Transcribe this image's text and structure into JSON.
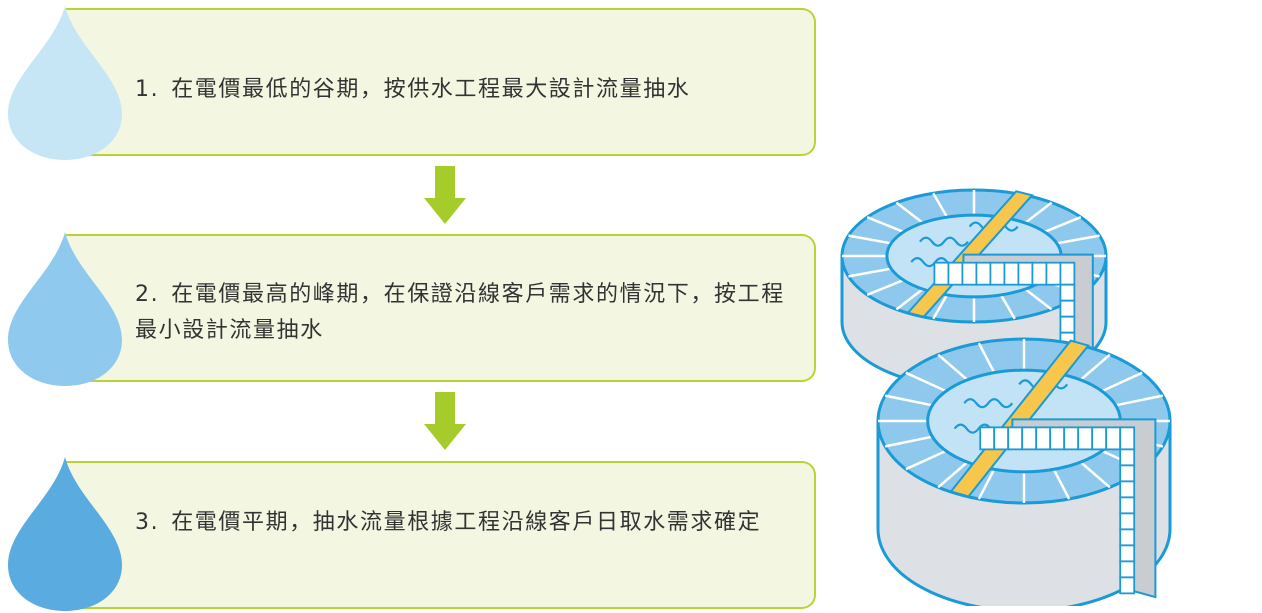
{
  "steps": [
    {
      "number": "1.",
      "text": "在電價最低的谷期，按供水工程最大設計流量抽水"
    },
    {
      "number": "2.",
      "text": "在電價最高的峰期，在保證沿線客戶需求的情況下，按工程最小設計流量抽水"
    },
    {
      "number": "3.",
      "text": "在電價平期，抽水流量根據工程沿線客戶日取水需求確定"
    }
  ],
  "colors": {
    "box_fill": "#f3f7e2",
    "box_border": "#b6d535",
    "arrow": "#a5cc2b",
    "drop_1": "#c6e6f6",
    "drop_2": "#8fcaee",
    "drop_3": "#5aabdf",
    "reservoir_stroke": "#1a9ad6",
    "reservoir_ring": "#8ec8ec",
    "reservoir_water": "#c2e2f6",
    "reservoir_wall": "#dde1e5",
    "walkway": "#f7c64c"
  }
}
